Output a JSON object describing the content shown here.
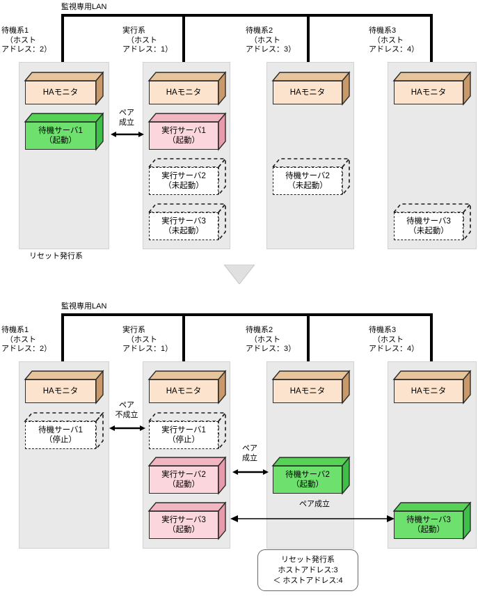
{
  "diagram": {
    "title_visible": false,
    "colors": {
      "ha_monitor_fill": "#fbe3cd",
      "ha_monitor_top": "#e7c49c",
      "ha_monitor_side": "#c89a6a",
      "active_server_fill": "#fbd6dd",
      "active_server_top": "#f2b6c2",
      "active_server_side": "#e79aa9",
      "standby_server_fill": "#6ee06e",
      "standby_server_top": "#57d257",
      "standby_server_side": "#3fbf4a",
      "panel_fill": "#e9e9e9",
      "bus_black": "#000000",
      "inactive_outline": "#1a1a1a"
    },
    "lan_label": "監視専用LAN"
  },
  "top": {
    "lan_label": "監視専用LAN",
    "reset_note": "リセット発行系",
    "nodes": [
      {
        "head": [
          "待機系1",
          "（ホスト",
          "アドレス：2）"
        ],
        "ha_monitor": "HAモニタ",
        "servers": [
          {
            "label": "待機サーバ1\n（起動）",
            "state": "running",
            "kind": "standby"
          }
        ]
      },
      {
        "head": [
          "実行系",
          "（ホスト",
          "アドレス：1）"
        ],
        "ha_monitor": "HAモニタ",
        "servers": [
          {
            "label": "実行サーバ1\n（起動）",
            "state": "running",
            "kind": "active"
          },
          {
            "label": "実行サーバ2\n（未起動）",
            "state": "not-started",
            "kind": "active"
          },
          {
            "label": "実行サーバ3\n（未起動）",
            "state": "not-started",
            "kind": "active"
          }
        ]
      },
      {
        "head": [
          "待機系2",
          "（ホスト",
          "アドレス：3）"
        ],
        "ha_monitor": "HAモニタ",
        "servers": [
          {
            "label": "待機サーバ2\n（未起動）",
            "state": "not-started",
            "kind": "standby"
          }
        ]
      },
      {
        "head": [
          "待機系3",
          "（ホスト",
          "アドレス：4）"
        ],
        "ha_monitor": "HAモニタ",
        "servers": [
          {
            "label": "待機サーバ3\n（未起動）",
            "state": "not-started",
            "kind": "standby"
          }
        ]
      }
    ],
    "connectors": [
      {
        "label": "ペア\n成立",
        "from": "待機サーバ1",
        "to": "実行サーバ1"
      }
    ]
  },
  "bottom": {
    "lan_label": "監視専用LAN",
    "nodes": [
      {
        "head": [
          "待機系1",
          "（ホスト",
          "アドレス：2）"
        ],
        "ha_monitor": "HAモニタ",
        "servers": [
          {
            "label": "待機サーバ1\n（停止）",
            "state": "stopped",
            "kind": "standby"
          }
        ]
      },
      {
        "head": [
          "実行系",
          "（ホスト",
          "アドレス：1）"
        ],
        "ha_monitor": "HAモニタ",
        "servers": [
          {
            "label": "実行サーバ1\n（停止）",
            "state": "stopped",
            "kind": "active"
          },
          {
            "label": "実行サーバ2\n（起動）",
            "state": "running",
            "kind": "active"
          },
          {
            "label": "実行サーバ3\n（起動）",
            "state": "running",
            "kind": "active"
          }
        ]
      },
      {
        "head": [
          "待機系2",
          "（ホスト",
          "アドレス：3）"
        ],
        "ha_monitor": "HAモニタ",
        "servers": [
          {
            "label": "待機サーバ2\n（起動）",
            "state": "running",
            "kind": "standby"
          }
        ]
      },
      {
        "head": [
          "待機系3",
          "（ホスト",
          "アドレス：4）"
        ],
        "ha_monitor": "HAモニタ",
        "servers": [
          {
            "label": "待機サーバ3\n（起動）",
            "state": "running",
            "kind": "standby"
          }
        ]
      }
    ],
    "connectors": [
      {
        "label": "ペア\n不成立",
        "from": "待機サーバ1",
        "to": "実行サーバ1"
      },
      {
        "label": "ペア\n成立",
        "from": "実行サーバ2",
        "to": "待機サーバ2"
      },
      {
        "label": "ペア成立",
        "from": "実行サーバ3",
        "to": "待機サーバ3"
      }
    ],
    "callout": {
      "line1": "リセット発行系",
      "line2": "ホストアドレス:3",
      "line3": "＜ ホストアドレス:4"
    }
  }
}
